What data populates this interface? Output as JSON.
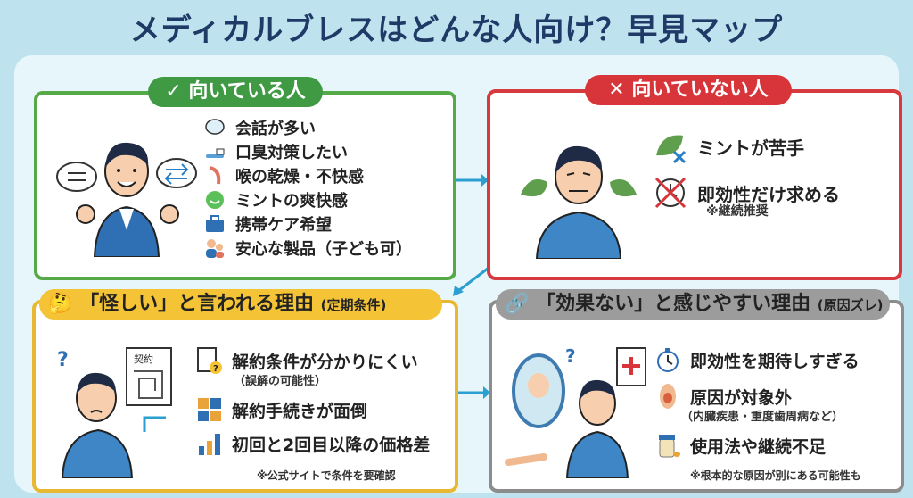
{
  "title": "メディカルブレスはどんな人向け？早見マップ",
  "good": {
    "header": "向いている人",
    "check": "✓",
    "items": [
      "会話が多い",
      "口臭対策したい",
      "喉の乾燥・不快感",
      "ミントの爽快感",
      "携帯ケア希望",
      "安心な製品（子ども可）"
    ]
  },
  "bad": {
    "header": "向いていない人",
    "cross": "✕",
    "items": [
      "ミントが苦手",
      "即効性だけ求める"
    ],
    "note": "※継続推奨"
  },
  "doubt": {
    "header": "「怪しい」と言われる理由",
    "header_sub": "(定期条件)",
    "contract": "契約",
    "items": [
      "解約条件が分かりにくい",
      "解約手続きが面倒",
      "初回と2回目以降の価格差"
    ],
    "sub": "（誤解の可能性）",
    "note": "※公式サイトで条件を要確認"
  },
  "noeff": {
    "header": "「効果ない」と感じやすい理由",
    "header_sub": "(原因ズレ)",
    "items": [
      "即効性を期待しすぎる",
      "原因が対象外",
      "使用法や継続不足"
    ],
    "sub": "（内臓疾患・重度歯周病など）",
    "note": "※根本的な原因が別にある可能性も"
  },
  "colors": {
    "green": "#3f9a43",
    "red": "#d8353a",
    "yellow": "#f4c436",
    "gray": "#9c9c9c",
    "navy": "#1f3a67"
  }
}
